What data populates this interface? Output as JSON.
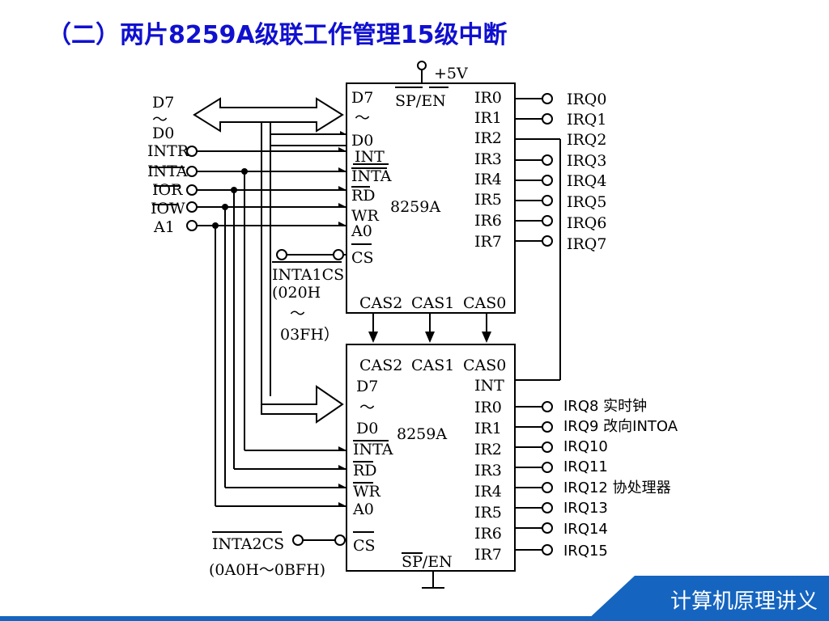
{
  "title": "（二）两片8259A级联工作管理15级中断",
  "footer": "计算机原理讲义",
  "diagram": {
    "power": "+5V",
    "bus_top": "D7",
    "bus_tilde": "～",
    "bus_bottom": "D0",
    "cpu_signals": {
      "intr": "INTR",
      "inta": "INTA",
      "ior": "IOR",
      "iow": "IOW",
      "a1": "A1"
    },
    "master": {
      "chip": "8259A",
      "d7": "D7",
      "tilde": "～",
      "d0": "D0",
      "int": "INT",
      "inta": "INTA",
      "rd": "RD",
      "wr": "WR",
      "a0": "A0",
      "cs": "CS",
      "spen": "SP/EN",
      "ir": [
        "IR0",
        "IR1",
        "IR2",
        "IR3",
        "IR4",
        "IR5",
        "IR6",
        "IR7"
      ],
      "cas2": "CAS2",
      "cas1": "CAS1",
      "cas0": "CAS0",
      "irq": [
        "IRQ0",
        "IRQ1",
        "IRQ2",
        "IRQ3",
        "IRQ4",
        "IRQ5",
        "IRQ6",
        "IRQ7"
      ],
      "cs_label": "INTA1CS",
      "addr_line1": "(020H",
      "addr_tilde": "～",
      "addr_line2": "03FH）"
    },
    "slave": {
      "chip": "8259A",
      "cas2": "CAS2",
      "cas1": "CAS1",
      "cas0": "CAS0",
      "int": "INT",
      "d7": "D7",
      "tilde": "～",
      "d0": "D0",
      "inta": "INTA",
      "rd": "RD",
      "wr": "WR",
      "a0": "A0",
      "cs": "CS",
      "spen": "SP/EN",
      "ir": [
        "IR0",
        "IR1",
        "IR2",
        "IR3",
        "IR4",
        "IR5",
        "IR6",
        "IR7"
      ],
      "irq": [
        "IRQ8 实时钟",
        "IRQ9 改向INTOA",
        "IRQ10",
        "IRQ11",
        "IRQ12 协处理器",
        "IRQ13",
        "IRQ14",
        "IRQ15"
      ],
      "cs_label": "INTA2CS",
      "addr": "(0A0H～0BFH)"
    }
  }
}
